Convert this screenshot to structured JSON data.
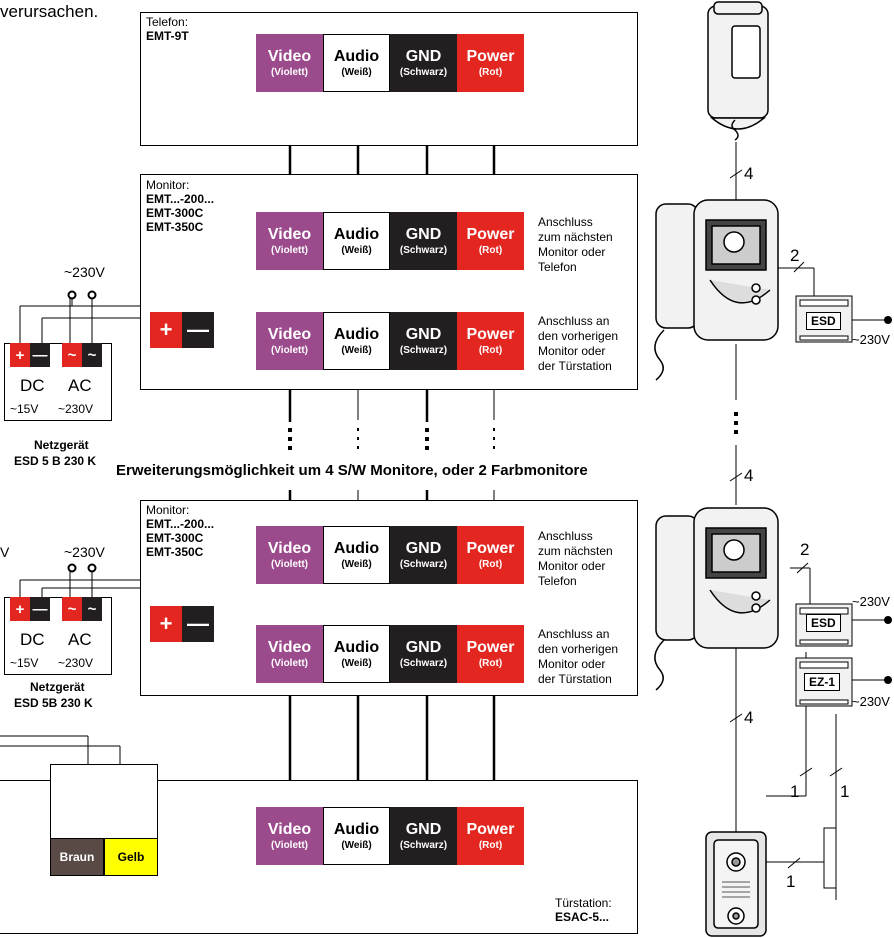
{
  "intro_text": "verursachen.",
  "color_names": {
    "video": "Video",
    "audio": "Audio",
    "gnd": "GND",
    "power": "Power"
  },
  "wire_colors": {
    "video": "(Violett)",
    "audio": "(Weiß)",
    "gnd": "(Schwarz)",
    "power": "(Rot)"
  },
  "colors": {
    "violet": "#9b4a8c",
    "black": "#231f20",
    "red": "#e3261f",
    "yellow": "#ffff00",
    "brown": "#5a4a46"
  },
  "phone": {
    "label": "Telefon:",
    "model": "EMT-9T"
  },
  "monitor_a": {
    "label": "Monitor:",
    "models": [
      "EMT...-200...",
      "EMT-300C",
      "EMT-350C"
    ]
  },
  "monitor_b": {
    "label": "Monitor:",
    "models": [
      "EMT...-200...",
      "EMT-300C",
      "EMT-350C"
    ]
  },
  "door": {
    "label": "Türstation:",
    "model": "ESAC-5..."
  },
  "note_next": [
    "Anschluss",
    "zum nächsten",
    "Monitor oder",
    "Telefon"
  ],
  "note_prev": [
    "Anschluss an",
    "den vorherigen",
    "Monitor oder",
    "der Türstation"
  ],
  "expansion": "Erweiterungsmöglichkeit um 4 S/W Monitore, oder 2 Farbmonitore",
  "psu1": {
    "mains": "~230V",
    "dc": "DC",
    "ac": "AC",
    "dc_v": "~15V",
    "ac_v": "~230V",
    "name": "Netzgerät",
    "model": "ESD 5 B 230 K"
  },
  "psu2": {
    "mains": "~230V",
    "dc": "DC",
    "ac": "AC",
    "dc_v": "~15V",
    "ac_v": "~230V",
    "name": "Netzgerät",
    "model": "ESD 5B 230 K"
  },
  "fragment_v": "V",
  "terminals": {
    "plus": "+",
    "minus": "—",
    "ac": "~"
  },
  "switch": {
    "brown": "Braun",
    "yellow": "Gelb"
  },
  "modules": {
    "esd": "ESD",
    "ez1": "EZ-1",
    "v230": "~230V"
  },
  "wire_counts": {
    "phone_mon": "4",
    "mon_mon": "4",
    "mon_door": "4",
    "mon_esd_top": "2",
    "mon_esd_bot": "2",
    "door_a": "1",
    "door_b": "1",
    "door_c": "1"
  }
}
